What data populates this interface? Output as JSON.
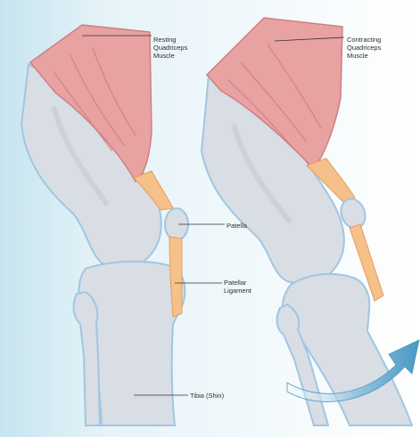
{
  "labels": {
    "resting": [
      "Resting",
      "Quadriceps",
      "Muscle"
    ],
    "contracting": [
      "Contracting",
      "Quadriceps",
      "Muscle"
    ],
    "patella": "Patella",
    "patellar_ligament": [
      "Patellar",
      "Ligament"
    ],
    "tibia": "Tibia (Shin)"
  },
  "colors": {
    "background_left": "#cfe8f2",
    "bone_fill": "#d9dde4",
    "bone_outline": "#9fc7e2",
    "muscle": "#e8a2a2",
    "muscle_dark": "#cf7f82",
    "tendon": "#f6c08a",
    "arrow": "#4f9ec9"
  }
}
